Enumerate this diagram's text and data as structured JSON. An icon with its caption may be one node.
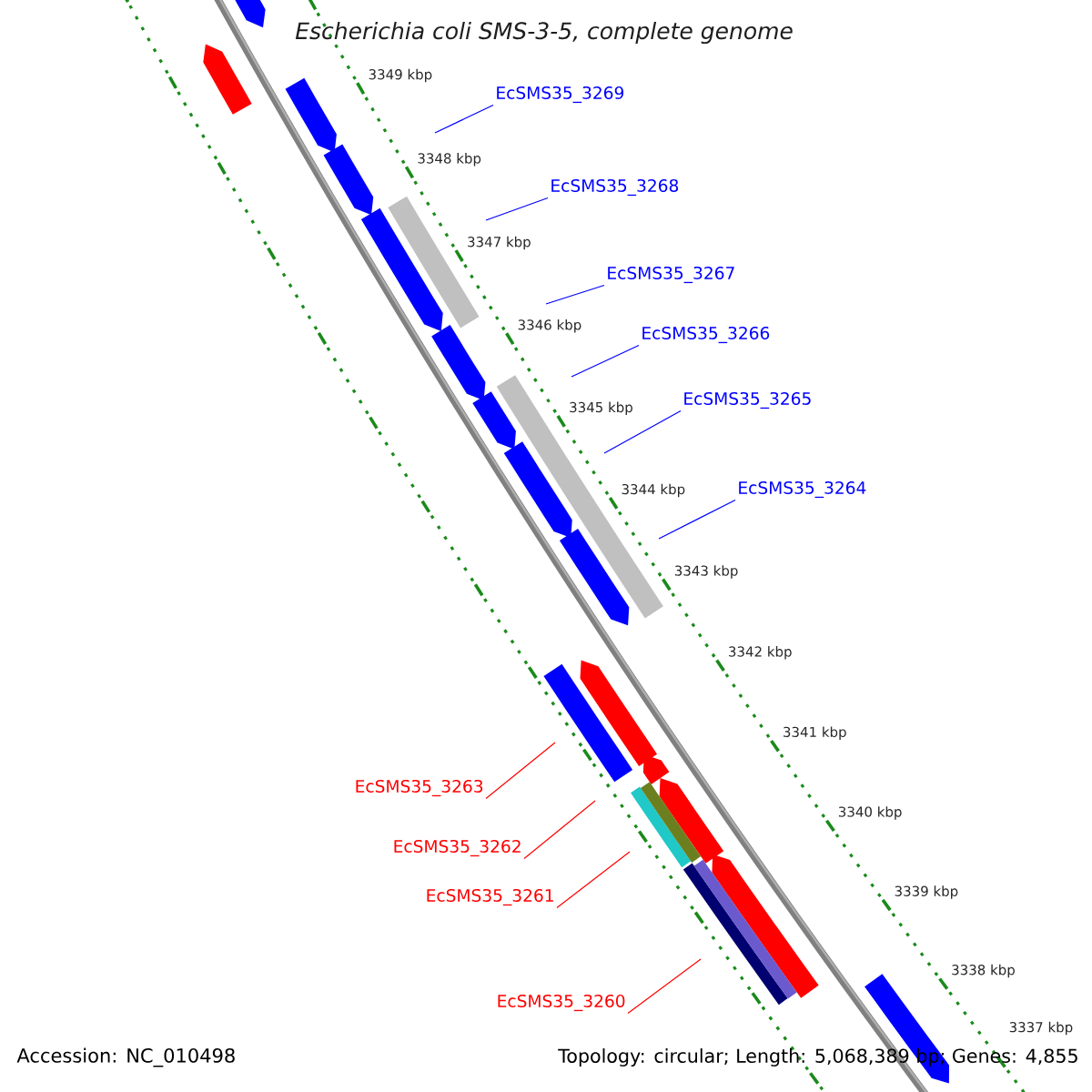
{
  "diagram": {
    "title": "Escherichia coli SMS-3-5, complete genome",
    "nodes": [
      {
        "text": [
          "EcSMS35_3269"
        ]
      },
      {
        "text": [
          "EcSMS35_3268"
        ]
      },
      {
        "text": [
          "EcSMS35_3267"
        ]
      },
      {
        "text": [
          "EcSMS35_3266"
        ]
      },
      {
        "text": [
          "EcSMS35_3265"
        ]
      },
      {
        "text": [
          "EcSMS35_3264"
        ]
      },
      {
        "text": [
          "EcSMS35_3263"
        ]
      },
      {
        "text": [
          "EcSMS35_3262"
        ]
      },
      {
        "text": [
          "EcSMS35_3261"
        ]
      },
      {
        "text": [
          "EcSMS35_3260"
        ]
      }
    ],
    "edges": [
      {
        "from": 0,
        "to": null,
        "arrow": "none"
      },
      {
        "from": 1,
        "to": null,
        "arrow": "none"
      },
      {
        "from": 2,
        "to": null,
        "arrow": "none"
      },
      {
        "from": 3,
        "to": null,
        "arrow": "none"
      },
      {
        "from": 4,
        "to": null,
        "arrow": "none"
      },
      {
        "from": 5,
        "to": null,
        "arrow": "none"
      },
      {
        "from": 6,
        "to": null,
        "arrow": "none",
        "color": "#ff0000"
      },
      {
        "from": 7,
        "to": null,
        "arrow": "none",
        "color": "#ff0000"
      },
      {
        "from": 8,
        "to": null,
        "arrow": "none",
        "color": "#ff0000"
      },
      {
        "from": 9,
        "to": null,
        "arrow": "none",
        "color": "#ff0000"
      }
    ],
    "labels": [
      "3349 kbp",
      "3348 kbp",
      "3347 kbp",
      "3346 kbp",
      "3345 kbp",
      "3344 kbp",
      "3343 kbp",
      "3342 kbp",
      "3341 kbp",
      "3340 kbp",
      "3339 kbp",
      "3338 kbp",
      "3337 kbp",
      "Accession: NC_010498",
      "Topology: circular; Length: 5,068,389 bp; Genes: 4,855"
    ]
  }
}
